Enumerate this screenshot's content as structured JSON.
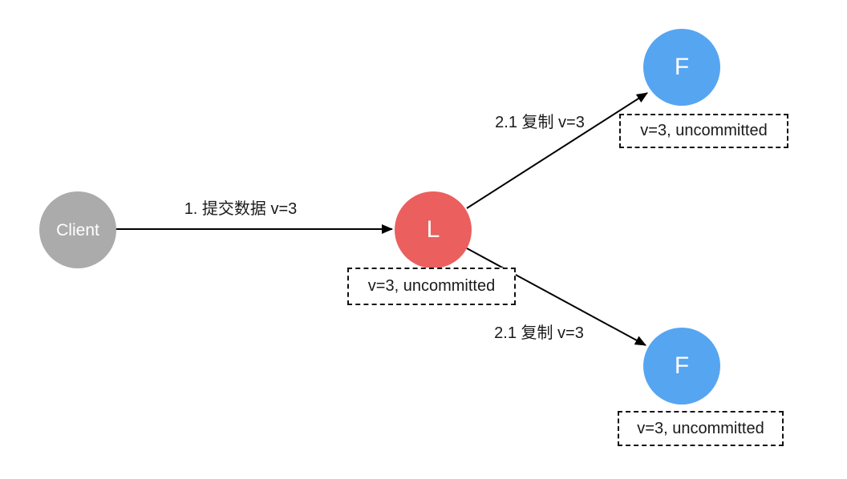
{
  "diagram": {
    "background": "#FFFFFF",
    "colors": {
      "client_node": "#ABABAB",
      "leader_node": "#EB5F5E",
      "follower_node": "#56A5F1",
      "node_text": "#FFFFFF",
      "label_text": "#1A1A1A",
      "arrow": "#000000",
      "state_box_border": "#121212"
    },
    "nodes": {
      "client": {
        "label": "Client"
      },
      "leader": {
        "label": "L"
      },
      "follower_top": {
        "label": "F"
      },
      "follower_bottom": {
        "label": "F"
      }
    },
    "edges": {
      "client_to_leader": {
        "label": "1. 提交数据 v=3"
      },
      "leader_to_follower_top": {
        "label": "2.1 复制 v=3"
      },
      "leader_to_follower_bottom": {
        "label": "2.1 复制 v=3"
      }
    },
    "state_boxes": {
      "leader": {
        "text": "v=3, uncommitted"
      },
      "follower_top": {
        "text": "v=3, uncommitted"
      },
      "follower_bottom": {
        "text": "v=3, uncommitted"
      }
    }
  }
}
